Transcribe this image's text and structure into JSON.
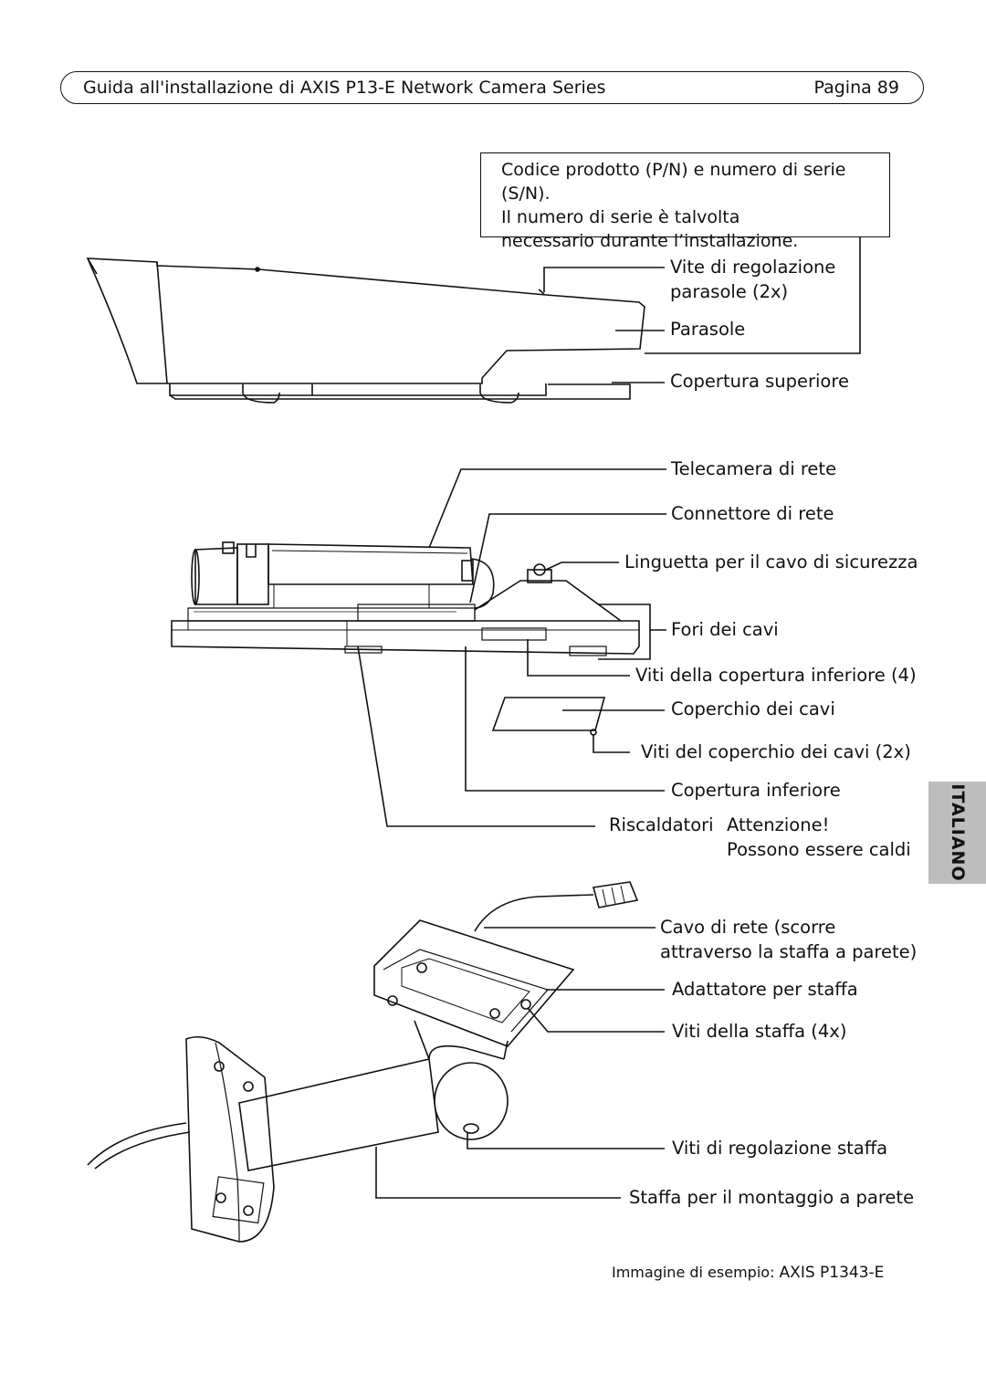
{
  "header": {
    "title": "Guida all'installazione di AXIS P13-E Network Camera Series",
    "page": "Pagina 89"
  },
  "info_box": {
    "line1": "Codice prodotto (P/N) e numero di serie (S/N).",
    "line2": "Il numero di serie è talvolta",
    "line3": "necessario durante l’installazione."
  },
  "labels": {
    "sunshield_screw_1": "Vite di regolazione",
    "sunshield_screw_2": "parasole (2x)",
    "sunshield": "Parasole",
    "top_cover": "Copertura superiore",
    "network_camera": "Telecamera di rete",
    "network_connector": "Connettore di rete",
    "safety_wire_tab": "Linguetta per il cavo di sicurezza",
    "cable_holes": "Fori dei cavi",
    "bottom_cover_screws": "Viti della copertura inferiore (4)",
    "cable_cover": "Coperchio dei cavi",
    "cable_cover_screws": "Viti del coperchio dei cavi (2x)",
    "bottom_cover": "Copertura inferiore",
    "heaters": "Riscaldatori",
    "warning_1": "Attenzione!",
    "warning_2": "Possono essere caldi",
    "network_cable_1": "Cavo di rete (scorre",
    "network_cable_2": "attraverso la staffa a parete)",
    "bracket_adapter": "Adattatore per staffa",
    "bracket_screws": "Viti della staffa (4x)",
    "bracket_adjust_screws": "Viti di regolazione staffa",
    "wall_bracket": "Staffa per il montaggio a parete"
  },
  "language_tab": "ITALIANO",
  "footer": {
    "prefix": "Immagine di esempio",
    "sep": ": ",
    "model": "AXIS P1343-E"
  }
}
